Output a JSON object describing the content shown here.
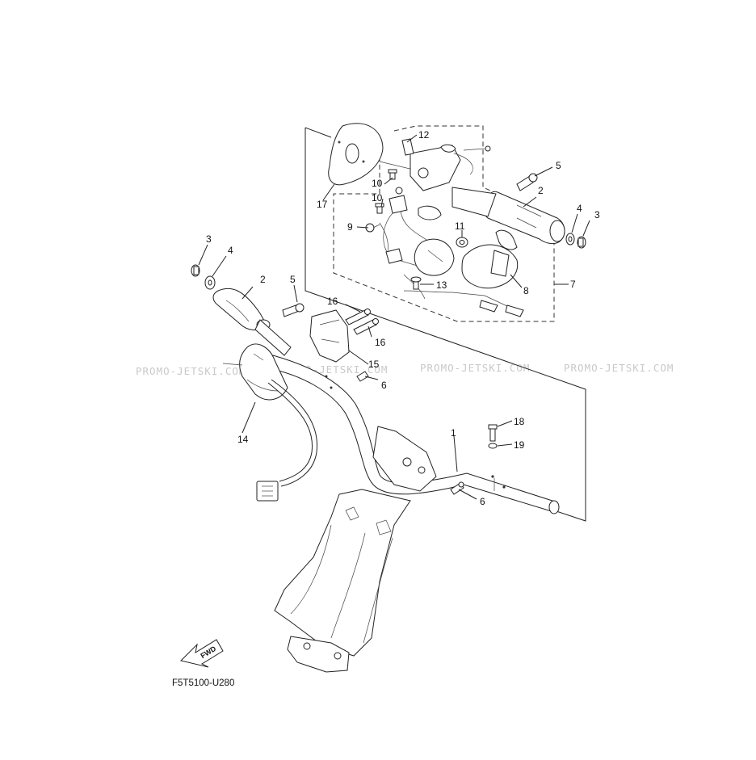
{
  "diagram": {
    "drawing_code": "F5T5100-U280",
    "fwd_label": "FWD",
    "watermark": "PROMO-JETSKI.COM",
    "callouts": {
      "c1": "1",
      "c2a": "2",
      "c2b": "2",
      "c3a": "3",
      "c3b": "3",
      "c4a": "4",
      "c4b": "4",
      "c5a": "5",
      "c5b": "5",
      "c6a": "6",
      "c6b": "6",
      "c7": "7",
      "c8": "8",
      "c9": "9",
      "c10a": "10",
      "c10b": "10",
      "c11": "11",
      "c12": "12",
      "c13": "13",
      "c14": "14",
      "c15": "15",
      "c16a": "16",
      "c16b": "16",
      "c17": "17",
      "c18": "18",
      "c19": "19"
    }
  }
}
